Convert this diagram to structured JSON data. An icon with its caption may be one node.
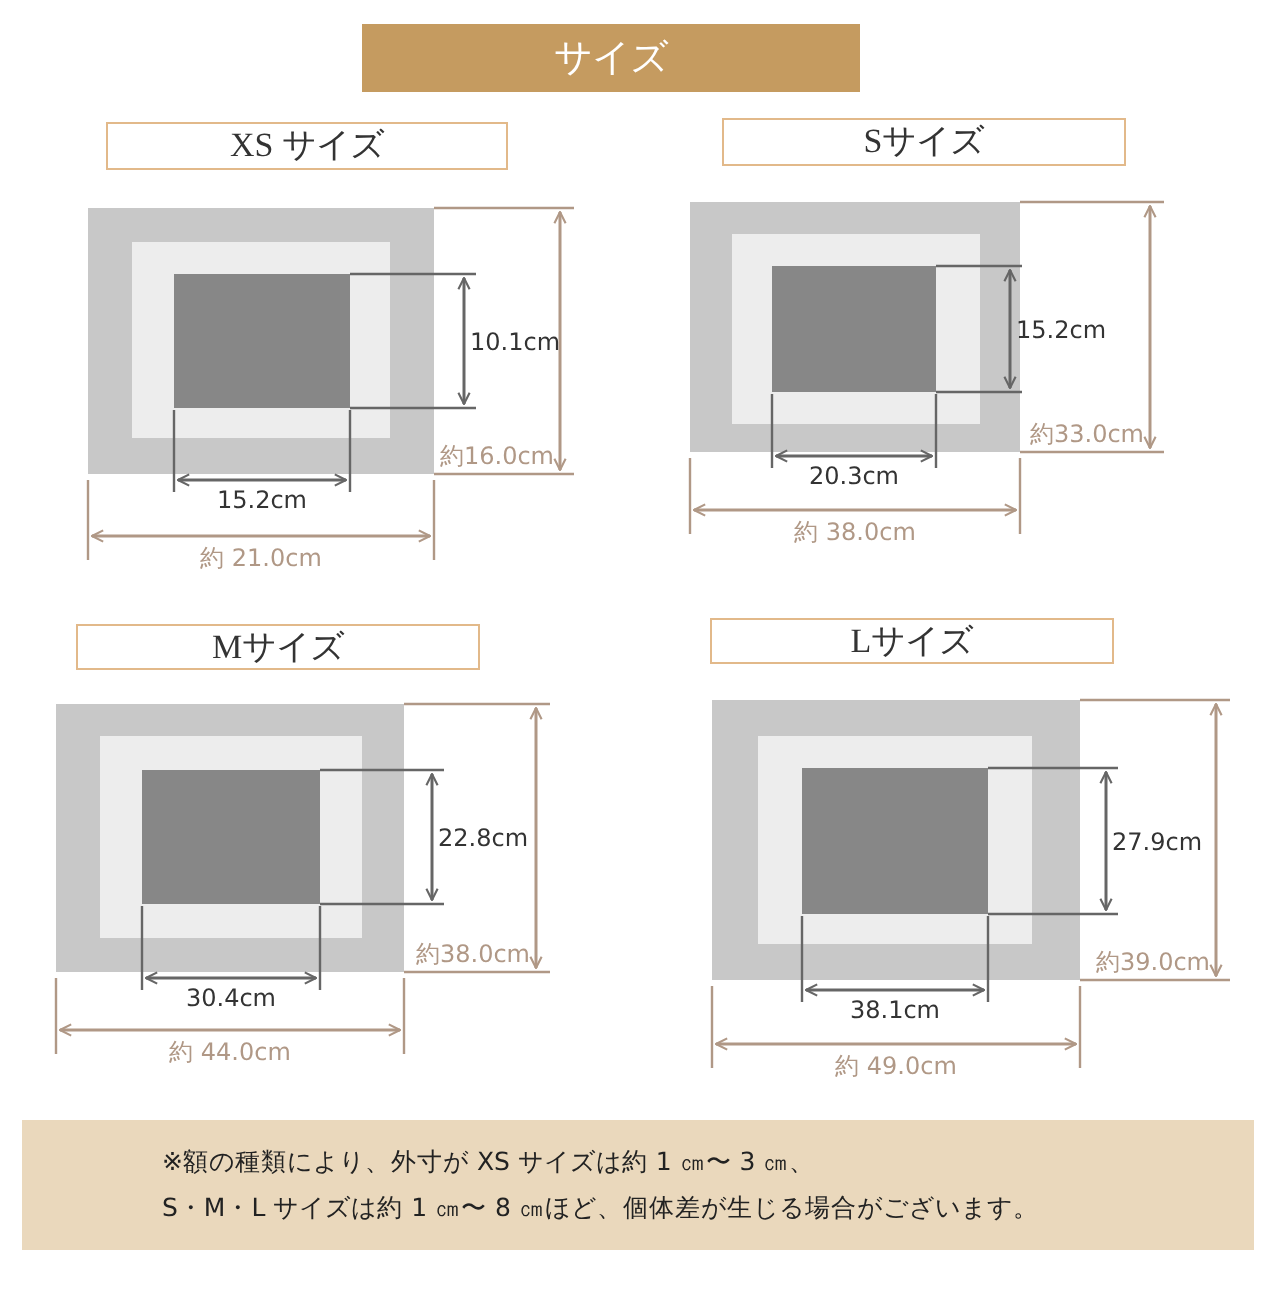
{
  "diagram": {
    "title": "サイズ",
    "nodes": [
      {
        "text": [
          "XS サイズ"
        ]
      },
      {
        "text": [
          "Sサイズ"
        ]
      },
      {
        "text": [
          "Mサイズ"
        ]
      },
      {
        "text": [
          "Lサイズ"
        ]
      },
      {
        "text": [
          "※額の種類により、外寸が XS サイズは約 1 ㎝〜 3 ㎝、",
          "S・M・L サイズは約 1 ㎝〜 8 ㎝ほど、個体差が生じる場合がございます。"
        ]
      }
    ],
    "labels": [
      "10.1cm",
      "約16.0cm",
      "15.2cm",
      "約 21.0cm",
      "15.2cm",
      "約33.0cm",
      "20.3cm",
      "約 38.0cm",
      "22.8cm",
      "約38.0cm",
      "30.4cm",
      "約 44.0cm",
      "27.9cm",
      "約39.0cm",
      "38.1cm",
      "約 49.0cm"
    ]
  }
}
